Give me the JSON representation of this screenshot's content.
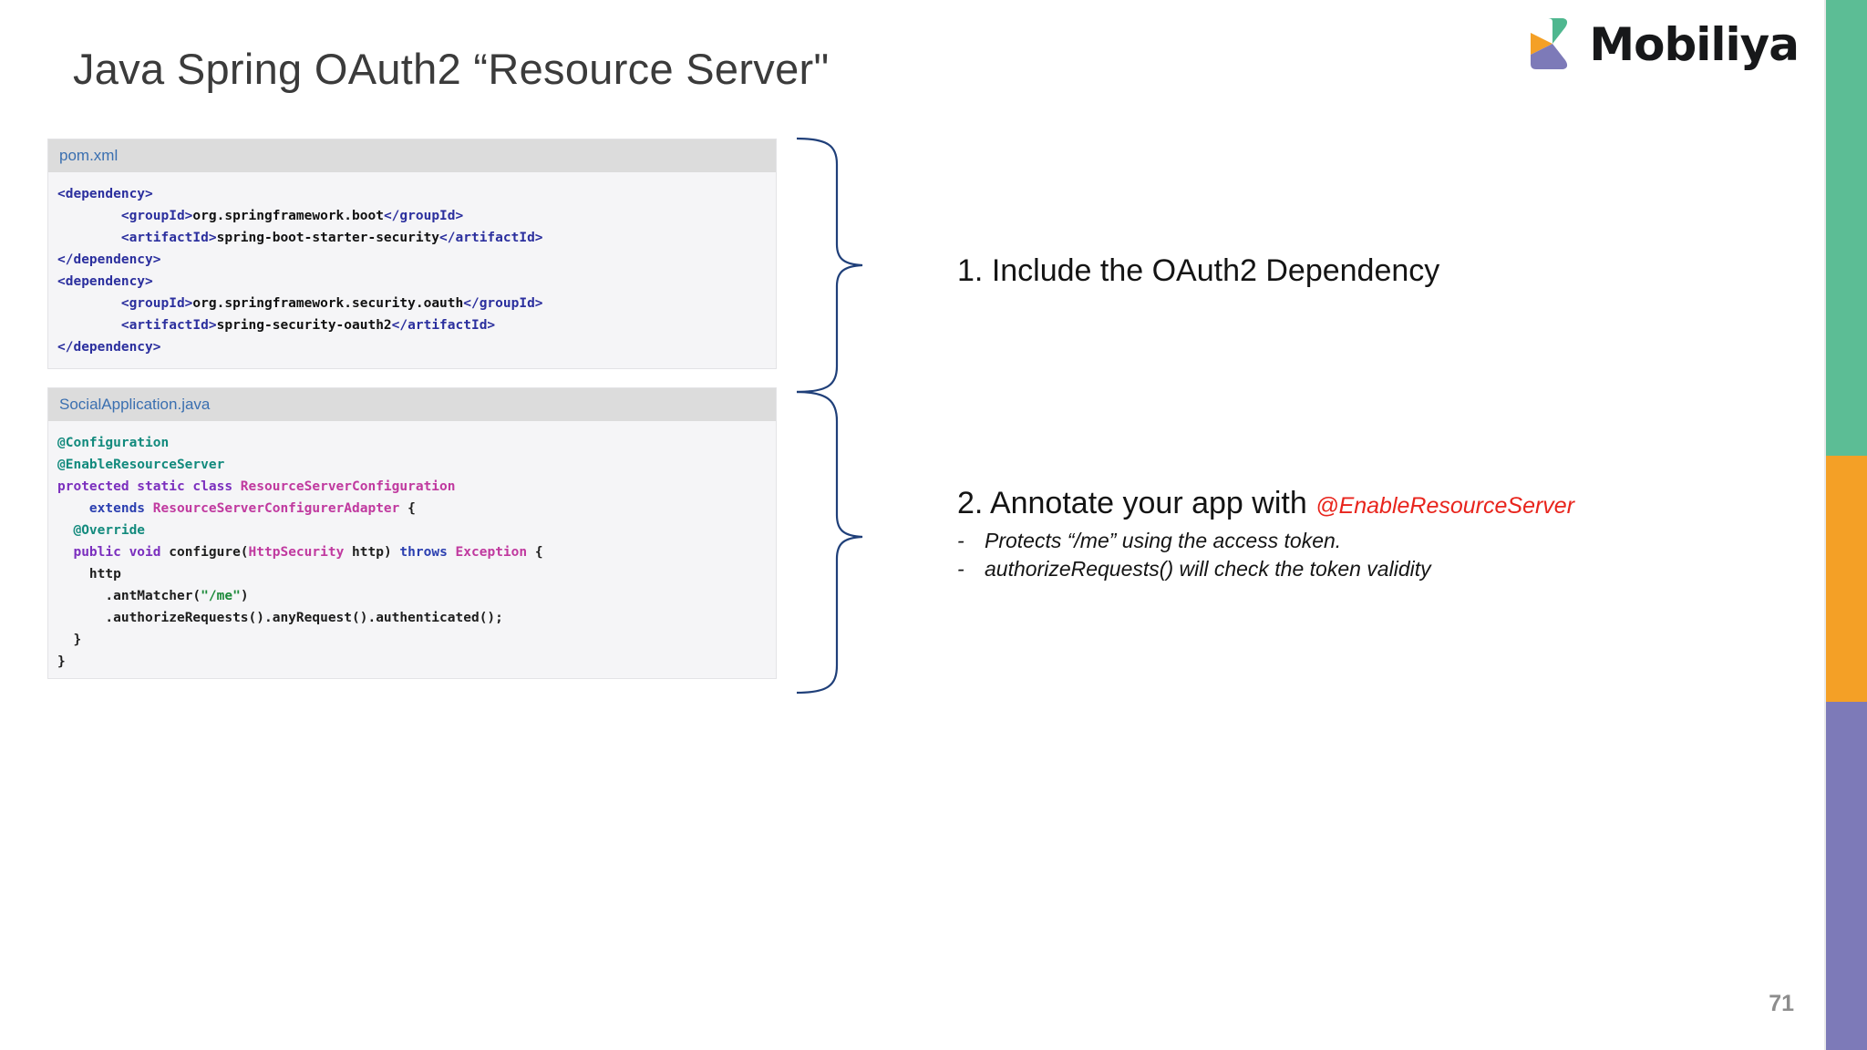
{
  "slide": {
    "title": "Java Spring OAuth2 “Resource Server\"",
    "page_number": "71",
    "brand": {
      "name": "Mobiliya",
      "colors": {
        "green": "#5cbd95",
        "orange": "#f4a026",
        "purple": "#7d7ab8",
        "text": "#17181a"
      }
    },
    "edge_bars": [
      {
        "name": "green-bar",
        "color": "#5cbd95"
      },
      {
        "name": "orange-bar",
        "color": "#f4a026"
      },
      {
        "name": "purple-bar",
        "color": "#7d7ab8"
      }
    ]
  },
  "code_blocks": [
    {
      "filename": "pom.xml",
      "language": "xml",
      "lines": [
        "<dependency>",
        "        <groupId>org.springframework.boot</groupId>",
        "        <artifactId>spring-boot-starter-security</artifactId>",
        "</dependency>",
        "<dependency>",
        "        <groupId>org.springframework.security.oauth</groupId>",
        "        <artifactId>spring-security-oauth2</artifactId>",
        "</dependency>"
      ]
    },
    {
      "filename": "SocialApplication.java",
      "language": "java",
      "lines": [
        "@Configuration",
        "@EnableResourceServer",
        "protected static class ResourceServerConfiguration",
        "    extends ResourceServerConfigurerAdapter {",
        "  @Override",
        "  public void configure(HttpSecurity http) throws Exception {",
        "    http",
        "      .antMatcher(\"/me\")",
        "      .authorizeRequests().anyRequest().authenticated();",
        "  }",
        "}"
      ]
    }
  ],
  "steps": [
    {
      "number": "1.",
      "title": "Include the OAuth2 Dependency",
      "accent": "",
      "bullets": []
    },
    {
      "number": "2.",
      "title": "Annotate your app with",
      "accent": "@EnableResourceServer",
      "bullets": [
        "Protects “/me” using the access token.",
        "authorizeRequests() will check the token validity"
      ],
      "bullet_marker": "-"
    }
  ],
  "syntax_colors": {
    "xml_tag": "#2b2f9e",
    "xml_value": "#111111",
    "java_annotation": "#128a7d",
    "java_keyword": "#7b2fbe",
    "java_keyword_alt": "#2b3fb0",
    "java_type": "#c0399f",
    "java_string": "#1d8a3a",
    "accent_red": "#e8241c",
    "connector_blue": "#1f3f79"
  }
}
